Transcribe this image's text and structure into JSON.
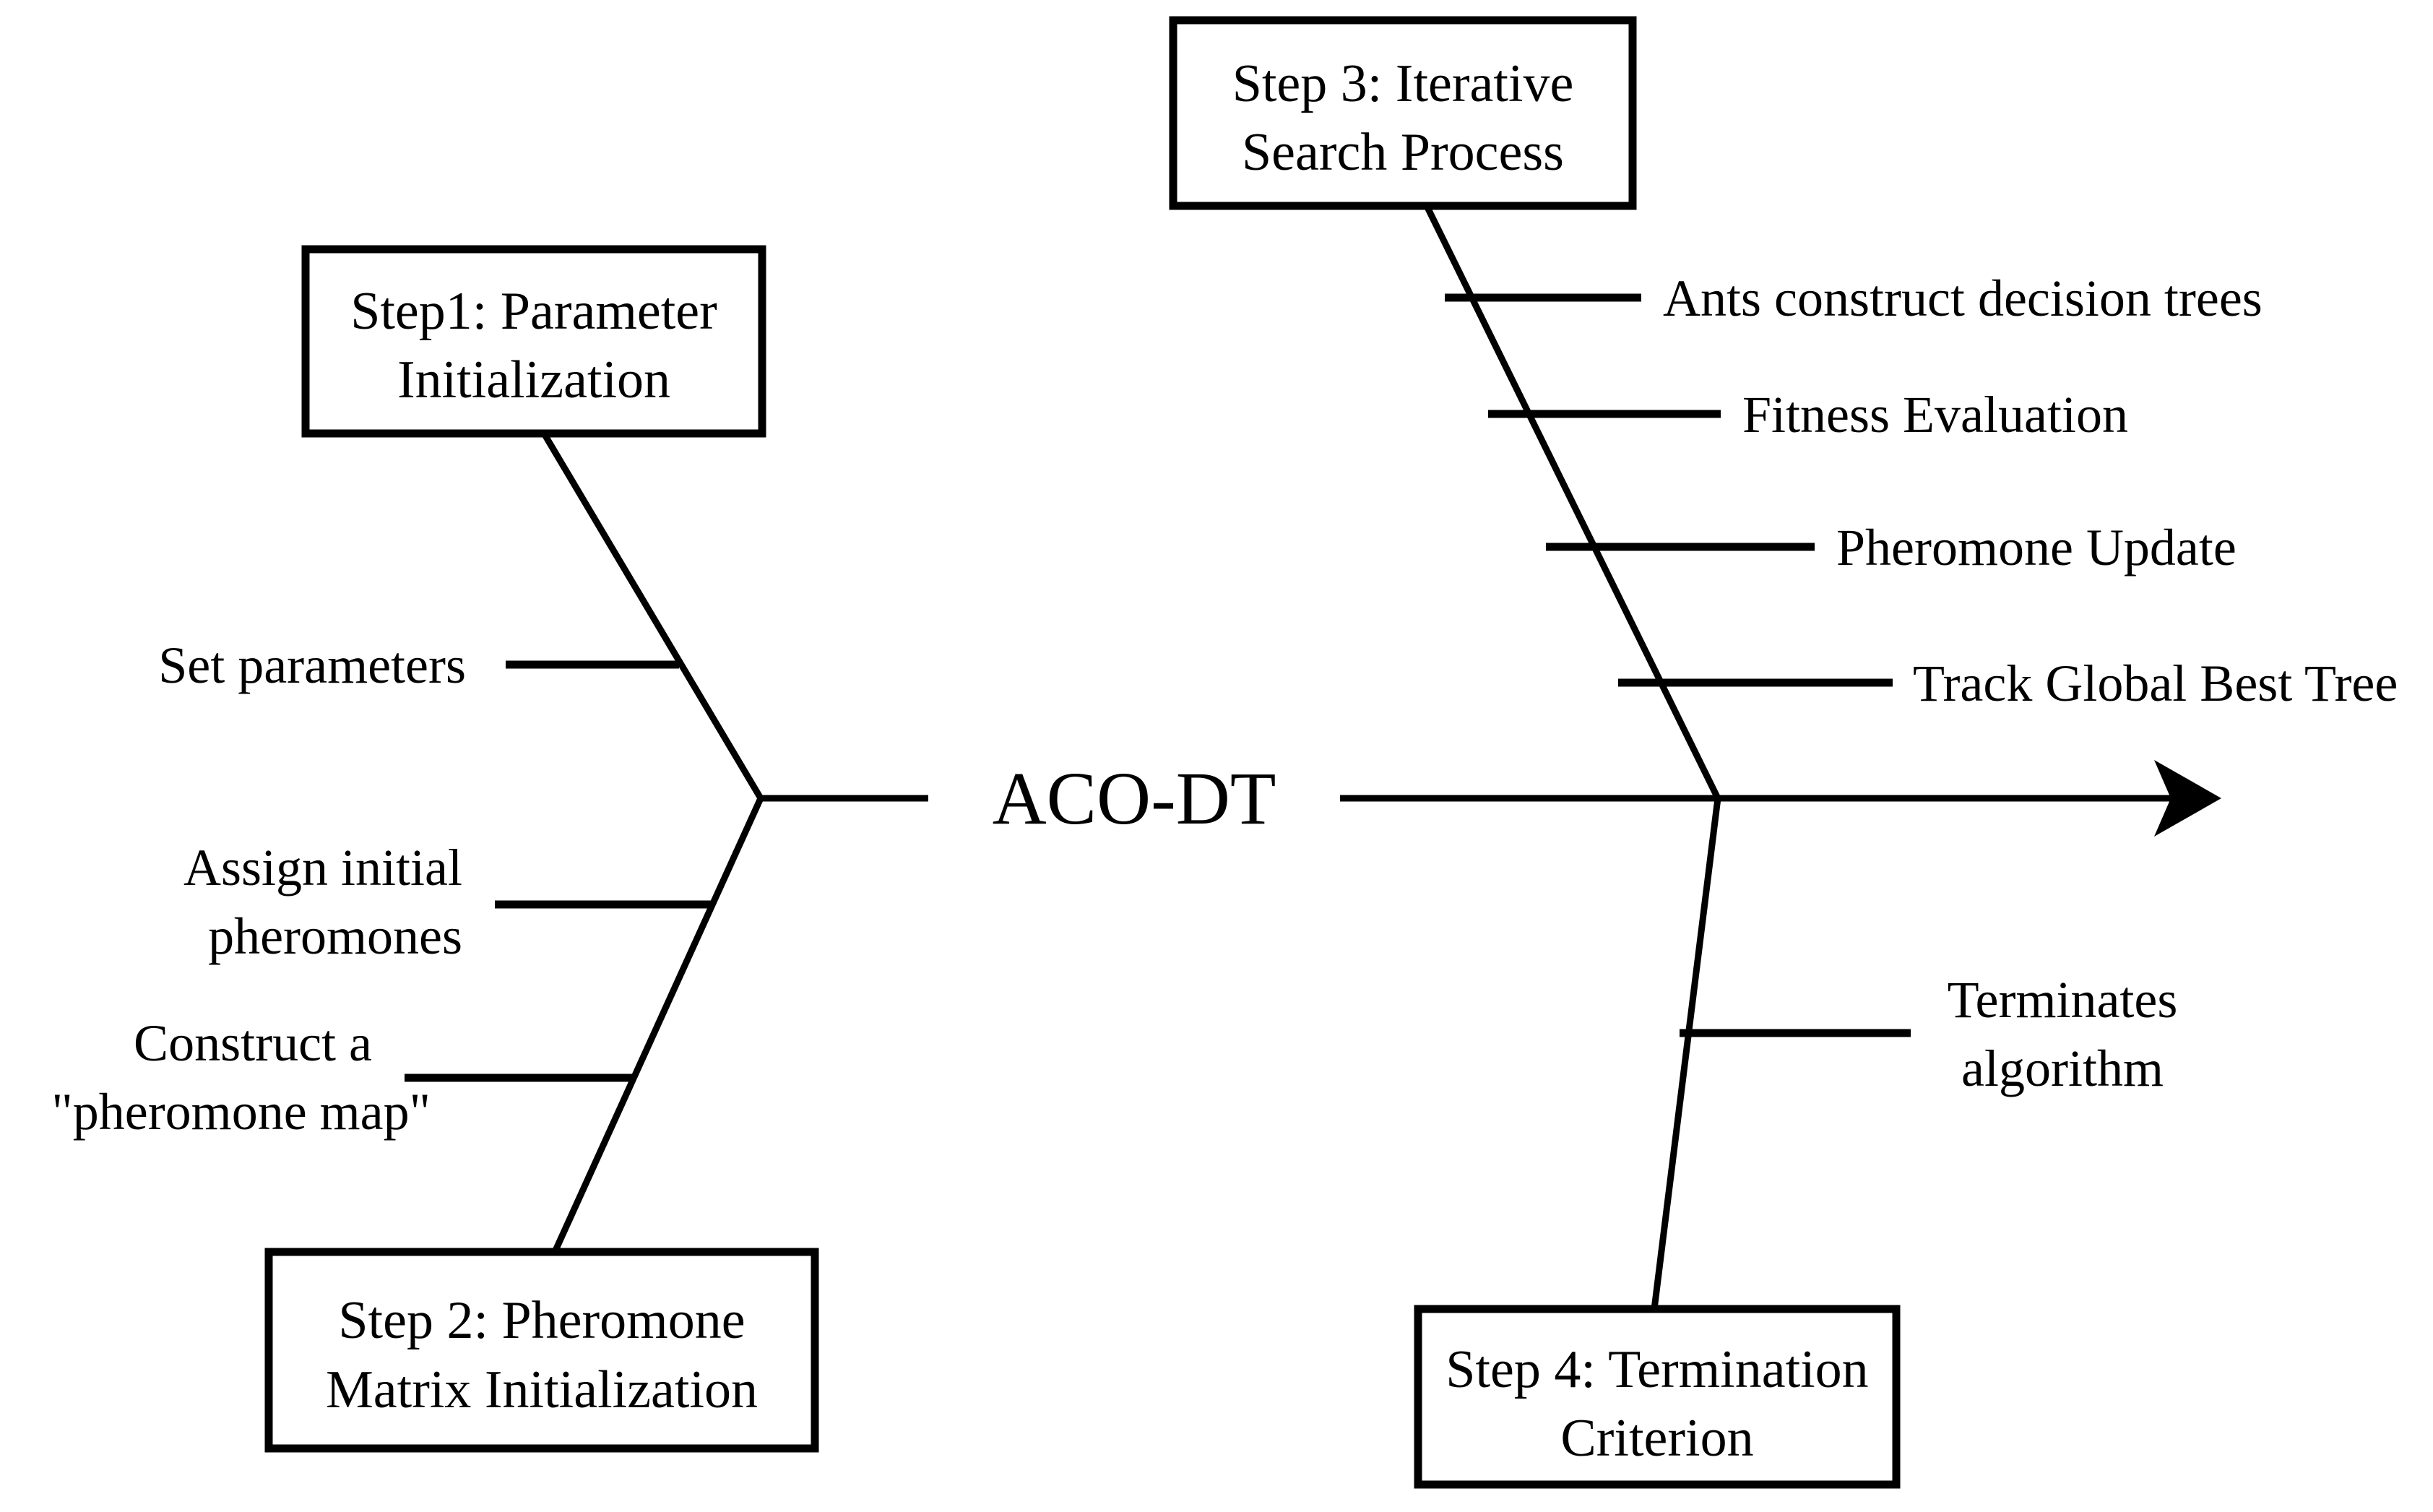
{
  "diagram": {
    "type": "fishbone-ishikawa",
    "title": "ACO-DT",
    "spine_arrow_direction": "right",
    "line_color": "#000000",
    "background_color": "#ffffff",
    "box_fill_color": "#ffffff",
    "center": {
      "label": "ACO-DT"
    },
    "steps": [
      {
        "id": "step-1",
        "position": "upper-left",
        "title_line1": "Step1: Parameter",
        "title_line2": "Initialization",
        "causes": [
          {
            "line1": "Set parameters",
            "line2": ""
          }
        ]
      },
      {
        "id": "step-2",
        "position": "lower-left",
        "title_line1": "Step 2: Pheromone",
        "title_line2": "Matrix Initialization",
        "causes": [
          {
            "line1": "Assign initial",
            "line2": "pheromones"
          },
          {
            "line1": "Construct a",
            "line2": "\"pheromone map\""
          }
        ]
      },
      {
        "id": "step-3",
        "position": "upper-right",
        "title_line1": "Step 3: Iterative",
        "title_line2": "Search Process",
        "causes": [
          {
            "line1": "Ants construct decision trees",
            "line2": ""
          },
          {
            "line1": "Fitness Evaluation",
            "line2": ""
          },
          {
            "line1": "Pheromone Update",
            "line2": ""
          },
          {
            "line1": "Track Global Best Tree",
            "line2": ""
          }
        ]
      },
      {
        "id": "step-4",
        "position": "lower-right",
        "title_line1": "Step 4: Termination",
        "title_line2": "Criterion",
        "causes": [
          {
            "line1": "Terminates",
            "line2": "algorithm"
          }
        ]
      }
    ]
  }
}
